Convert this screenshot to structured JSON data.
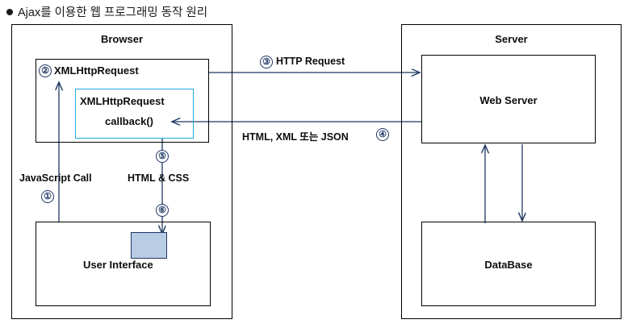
{
  "title": {
    "bullet": "bullet-dot",
    "text": "Ajax를 이용한 웹 프로그래밍 동작 원리"
  },
  "browser": {
    "label": "Browser",
    "xhr_box": {
      "label": "XMLHttpRequest",
      "step": "②"
    },
    "callback_box": {
      "line1": "XMLHttpRequest",
      "line2": "callback()"
    },
    "user_interface": {
      "label": "User Interface"
    }
  },
  "server": {
    "label": "Server",
    "web_server": {
      "label": "Web Server"
    },
    "database": {
      "label": "DataBase"
    }
  },
  "flows": {
    "javascript_call": {
      "label": "JavaScript Call",
      "step": "①"
    },
    "xhr_step": "②",
    "http_request": {
      "label": "HTTP Request",
      "step": "③"
    },
    "response": {
      "label": "HTML, XML 또는 JSON",
      "step": "④"
    },
    "html_css": {
      "label": "HTML & CSS",
      "step_upper": "⑤",
      "step_lower": "⑥"
    }
  },
  "colors": {
    "outline": "#000000",
    "cyan_border": "#1FA8DC",
    "arrow": "#1F3864",
    "ui_fill": "#B8CCE4",
    "circle_num": "#1F3864"
  }
}
